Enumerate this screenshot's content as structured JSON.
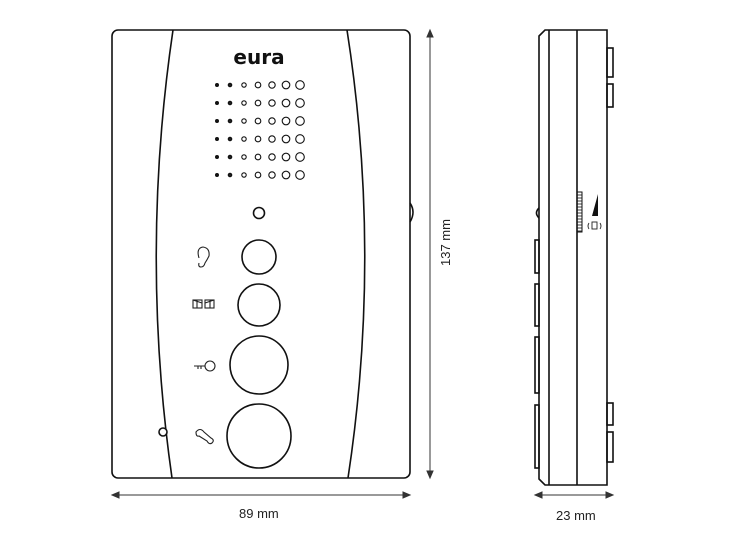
{
  "brand": "eura",
  "dimensions": {
    "width": "89 mm",
    "height": "137 mm",
    "depth": "23 mm"
  },
  "buttons": [
    {
      "name": "listen-button",
      "icon": "ear-icon"
    },
    {
      "name": "gate-button",
      "icon": "gate-icon"
    },
    {
      "name": "door-unlock-button",
      "icon": "key-icon"
    },
    {
      "name": "handset-button",
      "icon": "handset-icon"
    }
  ],
  "colors": {
    "line": "#111111",
    "background": "#ffffff"
  }
}
